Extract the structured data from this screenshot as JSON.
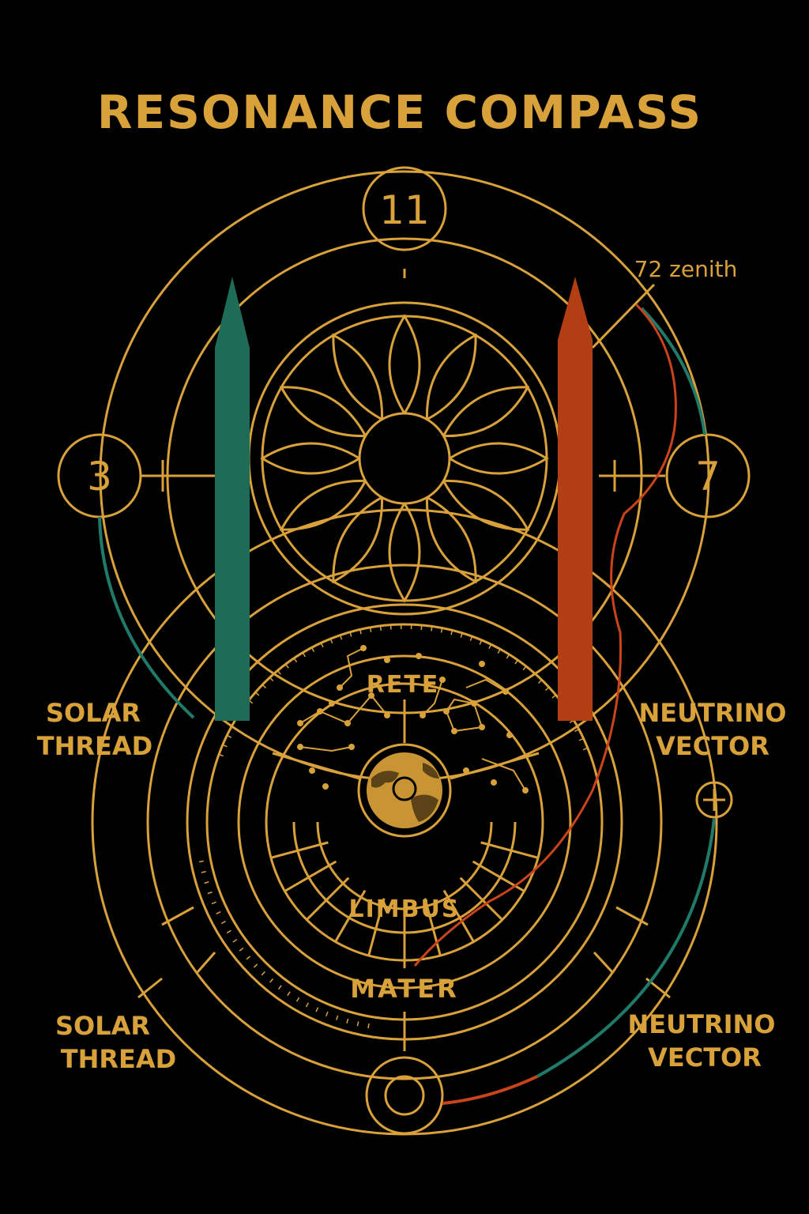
{
  "title": "RESONANCE COMPASS",
  "markers": {
    "top": "11",
    "left": "3",
    "right": "7"
  },
  "zenith_label": "72 zenith",
  "ring_labels": {
    "rete": "RETE",
    "limbus": "LIMBUS",
    "mater": "MATER"
  },
  "side_labels": {
    "left_upper": [
      "SOLAR",
      "THREAD"
    ],
    "right_upper": [
      "NEUTRINO",
      "VECTOR"
    ],
    "left_lower": [
      "SOLAR",
      "THREAD"
    ],
    "right_lower": [
      "NEUTRINO",
      "VECTOR"
    ]
  },
  "colors": {
    "background": "#000000",
    "gold": "#d9a13a",
    "teal": "#1e6b58",
    "rust": "#b23f14",
    "arc_teal": "#1f7a6a",
    "arc_rust": "#c9441a"
  },
  "icons": {
    "crosshair": "plus-circle-icon",
    "bottom": "ring-icon",
    "globe": "globe-icon"
  }
}
